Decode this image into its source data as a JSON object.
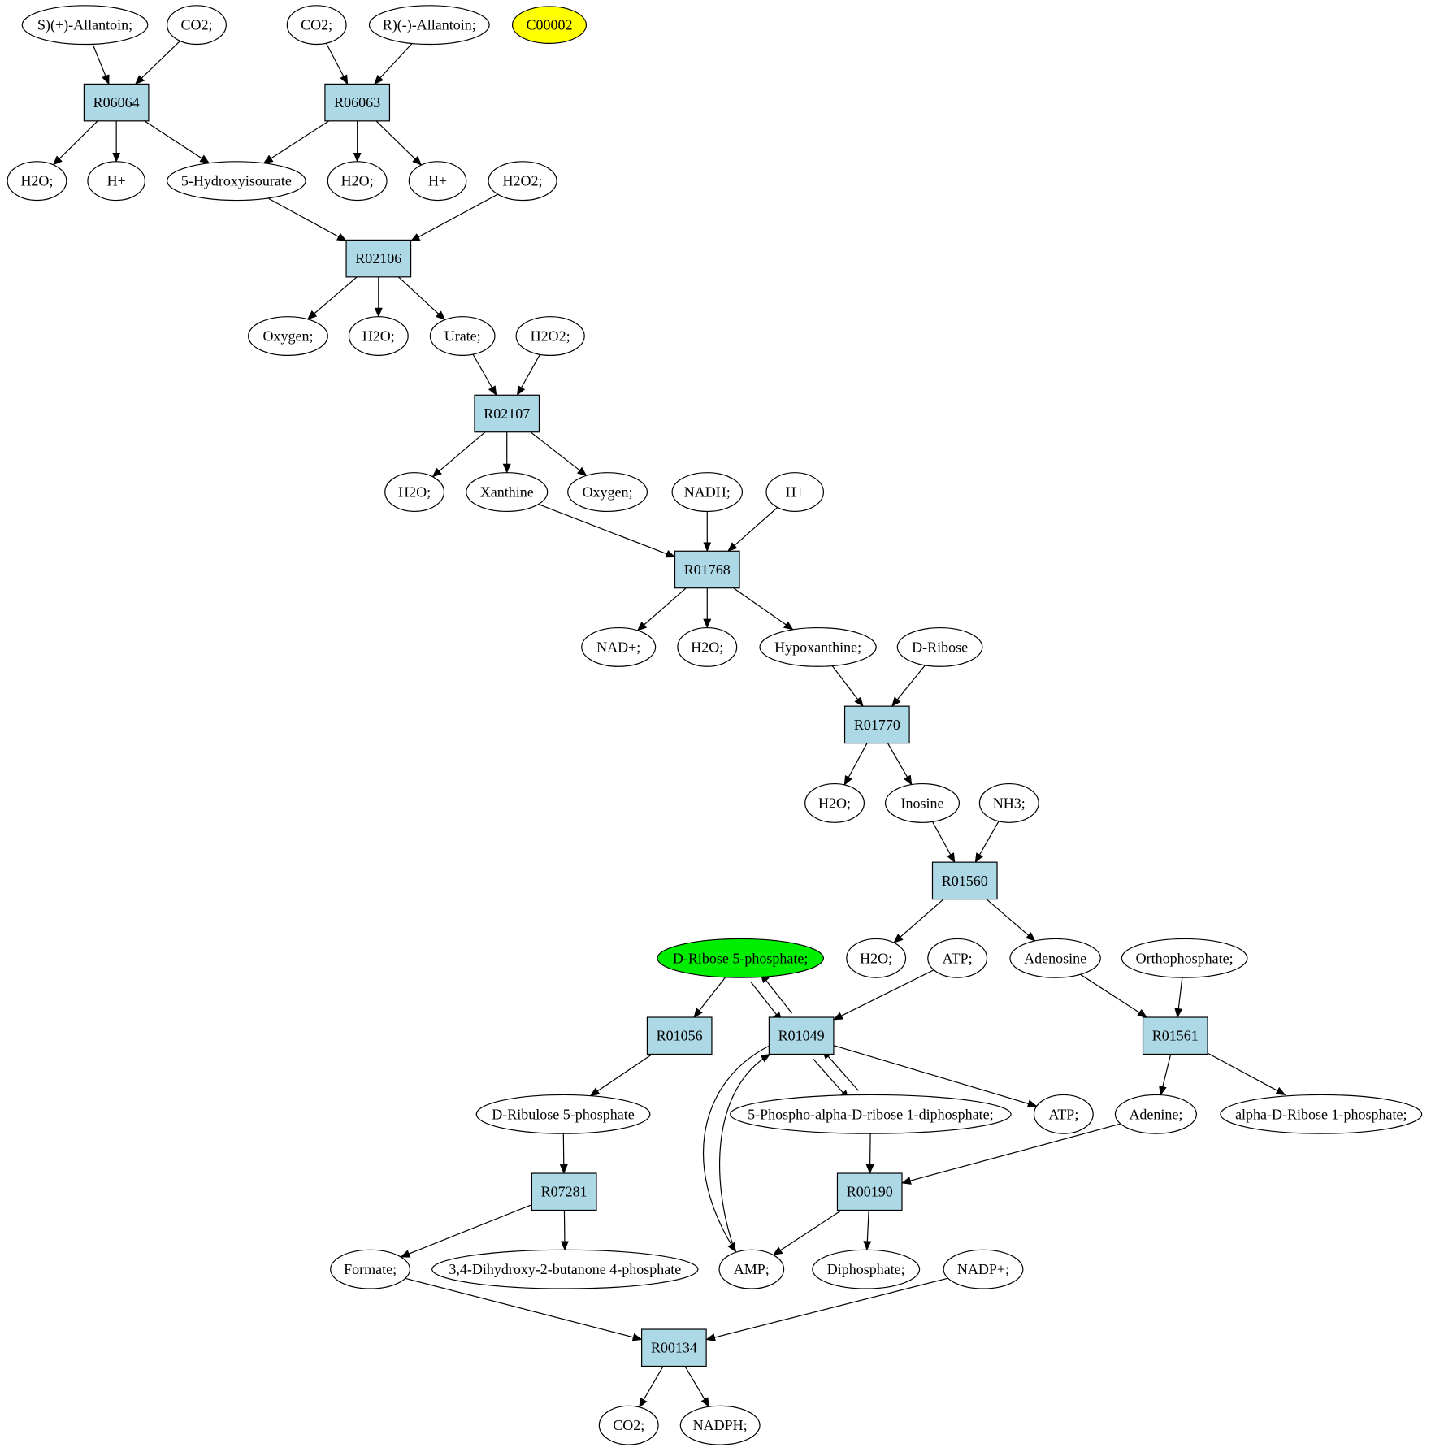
{
  "colors": {
    "reaction_fill": "#add8e6",
    "compound_fill": "#ffffff",
    "highlight_start": "#ffff00",
    "highlight_target": "#00ee00",
    "stroke": "#000000"
  },
  "reactions": [
    {
      "id": "r06064",
      "label": "R06064"
    },
    {
      "id": "r06063",
      "label": "R06063"
    },
    {
      "id": "r02106",
      "label": "R02106"
    },
    {
      "id": "r02107",
      "label": "R02107"
    },
    {
      "id": "r01768",
      "label": "R01768"
    },
    {
      "id": "r01770",
      "label": "R01770"
    },
    {
      "id": "r01560",
      "label": "R01560"
    },
    {
      "id": "r01056",
      "label": "R01056"
    },
    {
      "id": "r01049",
      "label": "R01049"
    },
    {
      "id": "r01561",
      "label": "R01561"
    },
    {
      "id": "r07281",
      "label": "R07281"
    },
    {
      "id": "r00190",
      "label": "R00190"
    },
    {
      "id": "r00134",
      "label": "R00134"
    }
  ],
  "compounds": [
    {
      "id": "s_allantoin",
      "label": "S)(+)-Allantoin;"
    },
    {
      "id": "co2_a",
      "label": "CO2;"
    },
    {
      "id": "co2_b",
      "label": "CO2;"
    },
    {
      "id": "r_allantoin",
      "label": "R)(-)-Allantoin;"
    },
    {
      "id": "c00002",
      "label": "C00002",
      "highlight": "start"
    },
    {
      "id": "h2o_1",
      "label": "H2O;"
    },
    {
      "id": "hplus_1",
      "label": "H+"
    },
    {
      "id": "hydroxyisourate",
      "label": "5-Hydroxyisourate"
    },
    {
      "id": "h2o_2",
      "label": "H2O;"
    },
    {
      "id": "hplus_2",
      "label": "H+"
    },
    {
      "id": "h2o2_1",
      "label": "H2O2;"
    },
    {
      "id": "oxygen_1",
      "label": "Oxygen;"
    },
    {
      "id": "h2o_3",
      "label": "H2O;"
    },
    {
      "id": "urate",
      "label": "Urate;"
    },
    {
      "id": "h2o2_2",
      "label": "H2O2;"
    },
    {
      "id": "h2o_4",
      "label": "H2O;"
    },
    {
      "id": "xanthine",
      "label": "Xanthine"
    },
    {
      "id": "oxygen_2",
      "label": "Oxygen;"
    },
    {
      "id": "nadh",
      "label": "NADH;"
    },
    {
      "id": "hplus_3",
      "label": "H+"
    },
    {
      "id": "nadplus",
      "label": "NAD+;"
    },
    {
      "id": "h2o_5",
      "label": "H2O;"
    },
    {
      "id": "hypoxanthine",
      "label": "Hypoxanthine;"
    },
    {
      "id": "dribose",
      "label": "D-Ribose"
    },
    {
      "id": "h2o_6",
      "label": "H2O;"
    },
    {
      "id": "inosine",
      "label": "Inosine"
    },
    {
      "id": "nh3",
      "label": "NH3;"
    },
    {
      "id": "r5p",
      "label": "D-Ribose 5-phosphate;",
      "highlight": "target"
    },
    {
      "id": "h2o_7",
      "label": "H2O;"
    },
    {
      "id": "atp_1",
      "label": "ATP;"
    },
    {
      "id": "adenosine",
      "label": "Adenosine"
    },
    {
      "id": "orthophosphate",
      "label": "Orthophosphate;"
    },
    {
      "id": "ru5p",
      "label": "D-Ribulose 5-phosphate"
    },
    {
      "id": "prpp",
      "label": "5-Phospho-alpha-D-ribose 1-diphosphate;"
    },
    {
      "id": "atp_2",
      "label": "ATP;"
    },
    {
      "id": "adenine",
      "label": "Adenine;"
    },
    {
      "id": "r1p",
      "label": "alpha-D-Ribose 1-phosphate;"
    },
    {
      "id": "formate",
      "label": "Formate;"
    },
    {
      "id": "dhbp",
      "label": "3,4-Dihydroxy-2-butanone 4-phosphate"
    },
    {
      "id": "amp",
      "label": "AMP;"
    },
    {
      "id": "diphosphate",
      "label": "Diphosphate;"
    },
    {
      "id": "nadpplus",
      "label": "NADP+;"
    },
    {
      "id": "co2_c",
      "label": "CO2;"
    },
    {
      "id": "nadph",
      "label": "NADPH;"
    }
  ],
  "edges": [
    [
      "s_allantoin",
      "r06064"
    ],
    [
      "co2_a",
      "r06064"
    ],
    [
      "co2_b",
      "r06063"
    ],
    [
      "r_allantoin",
      "r06063"
    ],
    [
      "r06064",
      "h2o_1"
    ],
    [
      "r06064",
      "hplus_1"
    ],
    [
      "r06064",
      "hydroxyisourate"
    ],
    [
      "r06063",
      "hydroxyisourate"
    ],
    [
      "r06063",
      "h2o_2"
    ],
    [
      "r06063",
      "hplus_2"
    ],
    [
      "hydroxyisourate",
      "r02106"
    ],
    [
      "h2o2_1",
      "r02106"
    ],
    [
      "r02106",
      "oxygen_1"
    ],
    [
      "r02106",
      "h2o_3"
    ],
    [
      "r02106",
      "urate"
    ],
    [
      "urate",
      "r02107"
    ],
    [
      "h2o2_2",
      "r02107"
    ],
    [
      "r02107",
      "h2o_4"
    ],
    [
      "r02107",
      "xanthine"
    ],
    [
      "r02107",
      "oxygen_2"
    ],
    [
      "xanthine",
      "r01768"
    ],
    [
      "nadh",
      "r01768"
    ],
    [
      "hplus_3",
      "r01768"
    ],
    [
      "r01768",
      "nadplus"
    ],
    [
      "r01768",
      "h2o_5"
    ],
    [
      "r01768",
      "hypoxanthine"
    ],
    [
      "hypoxanthine",
      "r01770"
    ],
    [
      "dribose",
      "r01770"
    ],
    [
      "r01770",
      "h2o_6"
    ],
    [
      "r01770",
      "inosine"
    ],
    [
      "inosine",
      "r01560"
    ],
    [
      "nh3",
      "r01560"
    ],
    [
      "r01560",
      "h2o_7"
    ],
    [
      "r01560",
      "adenosine"
    ],
    [
      "adenosine",
      "r01561"
    ],
    [
      "orthophosphate",
      "r01561"
    ],
    [
      "r01561",
      "adenine"
    ],
    [
      "r01561",
      "r1p"
    ],
    [
      "r5p",
      "r01056"
    ],
    [
      "r01056",
      "ru5p"
    ],
    [
      "r5p",
      "r01049"
    ],
    [
      "r01049",
      "r5p"
    ],
    [
      "atp_1",
      "r01049"
    ],
    [
      "r01049",
      "prpp"
    ],
    [
      "prpp",
      "r01049"
    ],
    [
      "r01049",
      "atp_2"
    ],
    [
      "r01049",
      "amp"
    ],
    [
      "amp",
      "r01049"
    ],
    [
      "prpp",
      "r00190"
    ],
    [
      "adenine",
      "r00190"
    ],
    [
      "r00190",
      "amp"
    ],
    [
      "r00190",
      "diphosphate"
    ],
    [
      "ru5p",
      "r07281"
    ],
    [
      "r07281",
      "formate"
    ],
    [
      "r07281",
      "dhbp"
    ],
    [
      "formate",
      "r00134"
    ],
    [
      "nadpplus",
      "r00134"
    ],
    [
      "r00134",
      "co2_c"
    ],
    [
      "r00134",
      "nadph"
    ]
  ]
}
